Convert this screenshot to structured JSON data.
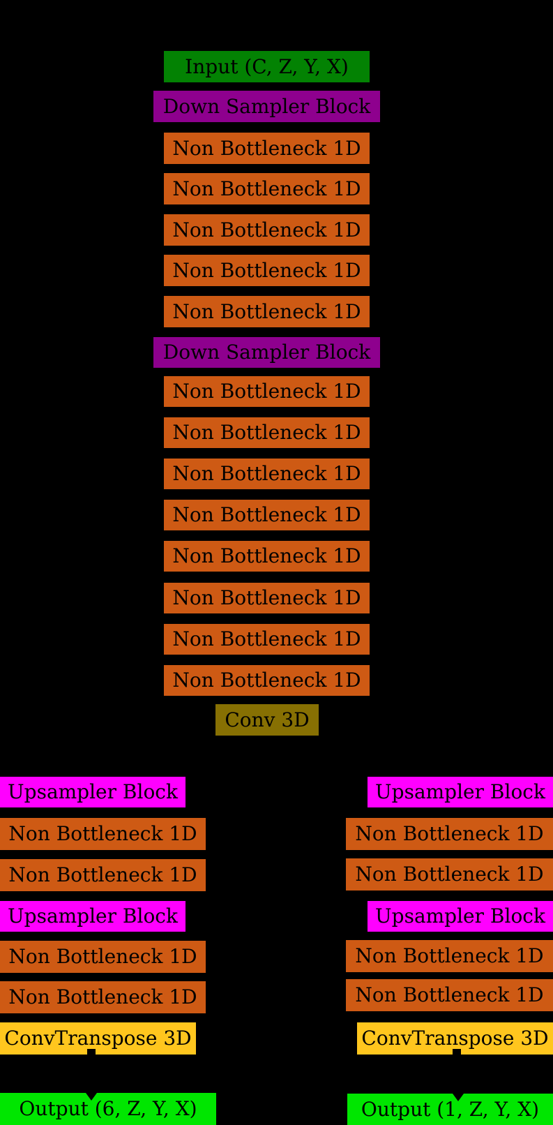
{
  "figure": {
    "kind": "neural-network-architecture-diagram",
    "background_color": "#000000",
    "text_color": "#000000"
  },
  "palette": {
    "input_green": "#038203",
    "down_sampler_purple": "#8E008E",
    "non_bottleneck_orange": "#CE5A14",
    "conv3d_olive": "#877003",
    "upsampler_magenta": "#FF00FF",
    "convtranspose_gold": "#FFC61E",
    "output_green": "#00E600",
    "arrow_black": "#000000"
  },
  "diagram": {
    "encoder": [
      {
        "label": "Input (C, Z, Y, X)",
        "kind": "input"
      },
      {
        "label": "Down Sampler Block",
        "kind": "down-sampler"
      },
      {
        "label": "Non Bottleneck 1D",
        "kind": "non-bottleneck"
      },
      {
        "label": "Non Bottleneck 1D",
        "kind": "non-bottleneck"
      },
      {
        "label": "Non Bottleneck 1D",
        "kind": "non-bottleneck"
      },
      {
        "label": "Non Bottleneck 1D",
        "kind": "non-bottleneck"
      },
      {
        "label": "Non Bottleneck 1D",
        "kind": "non-bottleneck"
      },
      {
        "label": "Down Sampler Block",
        "kind": "down-sampler"
      },
      {
        "label": "Non Bottleneck 1D",
        "kind": "non-bottleneck"
      },
      {
        "label": "Non Bottleneck 1D",
        "kind": "non-bottleneck"
      },
      {
        "label": "Non Bottleneck 1D",
        "kind": "non-bottleneck"
      },
      {
        "label": "Non Bottleneck 1D",
        "kind": "non-bottleneck"
      },
      {
        "label": "Non Bottleneck 1D",
        "kind": "non-bottleneck"
      },
      {
        "label": "Non Bottleneck 1D",
        "kind": "non-bottleneck"
      },
      {
        "label": "Non Bottleneck 1D",
        "kind": "non-bottleneck"
      },
      {
        "label": "Non Bottleneck 1D",
        "kind": "non-bottleneck"
      },
      {
        "label": "Conv 3D",
        "kind": "conv3d"
      }
    ],
    "left_branch": [
      {
        "label": "Upsampler Block",
        "kind": "upsampler"
      },
      {
        "label": "Non Bottleneck 1D",
        "kind": "non-bottleneck"
      },
      {
        "label": "Non Bottleneck 1D",
        "kind": "non-bottleneck"
      },
      {
        "label": "Upsampler Block",
        "kind": "upsampler"
      },
      {
        "label": "Non Bottleneck 1D",
        "kind": "non-bottleneck"
      },
      {
        "label": "Non Bottleneck 1D",
        "kind": "non-bottleneck"
      },
      {
        "label": "ConvTranspose 3D",
        "kind": "convtranspose"
      },
      {
        "label": "Output (6, Z, Y, X)",
        "kind": "output"
      }
    ],
    "right_branch": [
      {
        "label": "Upsampler Block",
        "kind": "upsampler"
      },
      {
        "label": "Non Bottleneck 1D",
        "kind": "non-bottleneck"
      },
      {
        "label": "Non Bottleneck 1D",
        "kind": "non-bottleneck"
      },
      {
        "label": "Upsampler Block",
        "kind": "upsampler"
      },
      {
        "label": "Non Bottleneck 1D",
        "kind": "non-bottleneck"
      },
      {
        "label": "Non Bottleneck 1D",
        "kind": "non-bottleneck"
      },
      {
        "label": "ConvTranspose 3D",
        "kind": "convtranspose"
      },
      {
        "label": "Output (1, Z, Y, X)",
        "kind": "output"
      }
    ]
  }
}
